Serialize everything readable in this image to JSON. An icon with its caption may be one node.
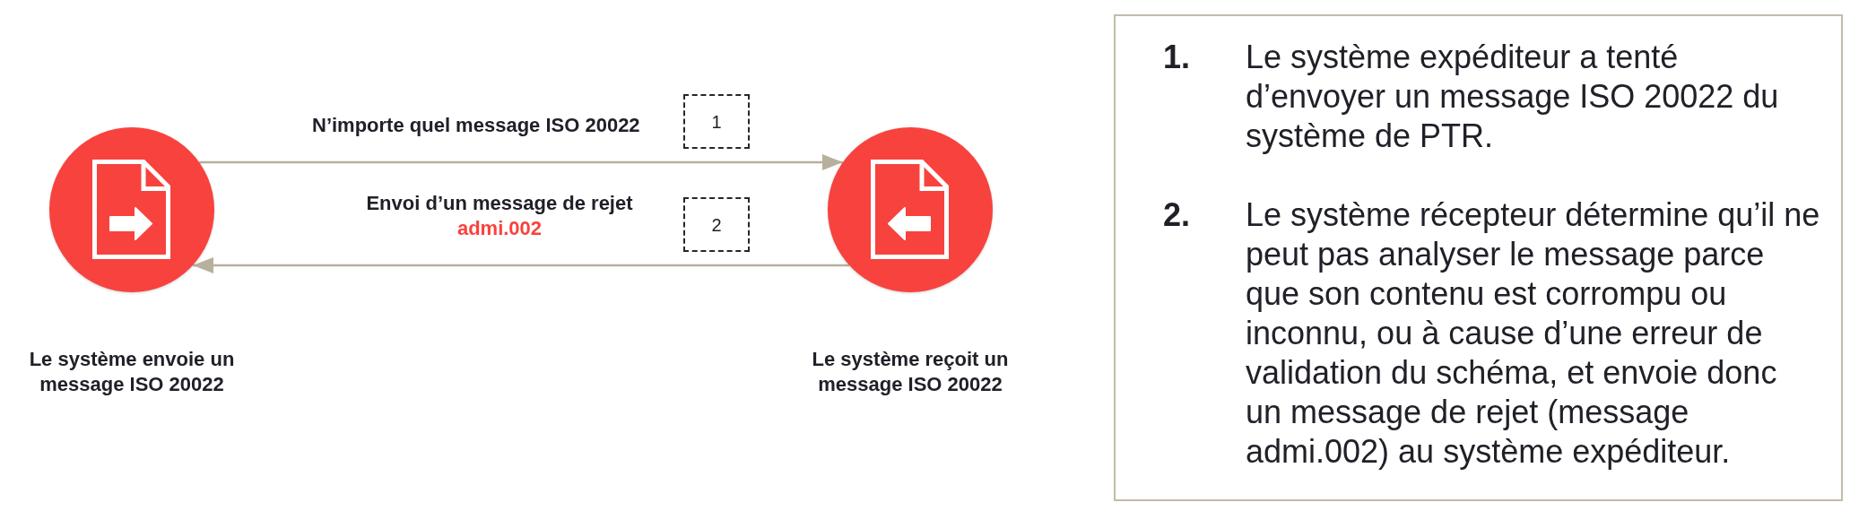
{
  "diagram": {
    "nodes": [
      {
        "text": [
          "Le système envoie un message ISO 20022"
        ]
      },
      {
        "text": [
          "Le système reçoit un message ISO 20022"
        ]
      },
      {
        "text": [
          "1"
        ]
      },
      {
        "text": [
          "2"
        ]
      },
      {
        "text": [
          "1.",
          "Le système expéditeur a tenté d’envoyer un message ISO 20022 du système de PTR.",
          "2.",
          "Le système récepteur détermine qu’il ne peut pas analyser le message parce que son contenu est corrompu ou inconnu, ou à cause d’une erreur de validation du schéma, et envoie donc un message de rejet (message admi.002) au système expéditeur."
        ]
      }
    ],
    "edges": [
      {
        "from": 0,
        "to": 1,
        "arrow": "to",
        "label": "N’importe quel message ISO 20022"
      },
      {
        "from": 1,
        "to": 0,
        "arrow": "to",
        "label": "Envoi d’un message de rejet"
      }
    ],
    "labels": [
      "admi.002"
    ]
  }
}
